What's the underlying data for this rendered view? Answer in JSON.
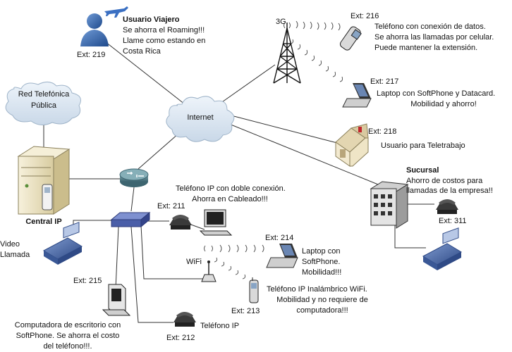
{
  "nodes": {
    "internet": "Internet",
    "red": [
      "Red Telefónica",
      "Pública"
    ],
    "central": "Central IP",
    "threeg": "3G",
    "viajero": {
      "title": "Usuario Viajero",
      "lines": [
        "Se ahorra el Roaming!!!",
        "Llame como estando en",
        "Costa Rica"
      ],
      "ext": "Ext: 219"
    },
    "phone216": {
      "ext": "Ext: 216",
      "lines": [
        "Teléfono con conexión de datos.",
        "Se ahorra las llamadas por celular.",
        "Puede mantener la extensión."
      ]
    },
    "laptop217": {
      "ext": "Ext: 217",
      "lines": [
        "Laptop con SoftPhone y Datacard.",
        "Mobilidad y ahorro!"
      ]
    },
    "tele218": {
      "ext": "Ext: 218",
      "label": "Usuario para Teletrabajo"
    },
    "sucursal": {
      "title": "Sucursal",
      "lines": [
        "Ahorro de costos para",
        "llamadas de la empresa!!"
      ],
      "ext": "Ext: 311"
    },
    "ipdual": {
      "lines": [
        "Teléfono IP con doble conexión.",
        "Ahorra en Cableado!!!"
      ],
      "ext": "Ext: 211"
    },
    "video": [
      "Video",
      "Llamada"
    ],
    "laptop214": {
      "ext": "Ext: 214",
      "lines": [
        "Laptop con",
        "SoftPhone.",
        "Mobilidad!!!"
      ]
    },
    "wifi": "WiFi",
    "wifi213": {
      "lines": [
        "Teléfono IP Inalámbrico WiFi.",
        "Mobilidad y no requiere de",
        "computadora!!!"
      ],
      "ext": "Ext: 213"
    },
    "pc215": {
      "ext": "Ext: 215",
      "lines": [
        "Computadora de escritorio con",
        "SoftPhone. Se ahorra el costo",
        "del teléfono!!!."
      ]
    },
    "phone212": {
      "label": "Teléfono IP",
      "ext": "Ext: 212"
    }
  },
  "icons": {
    "cloud": "cloud-icon",
    "tower": "cell-tower-icon",
    "router": "router-icon",
    "switch": "switch-icon",
    "server": "server-icon",
    "user": "user-icon",
    "airplane": "airplane-icon",
    "house": "house-icon",
    "building": "building-icon",
    "laptop": "laptop-icon",
    "desk_phone": "desk-phone-icon",
    "cell_phone": "cell-phone-icon",
    "computer": "computer-icon",
    "access_point": "wifi-access-point-icon"
  },
  "colors": {
    "cloud_fill": "#dde8f3",
    "cloud_stroke": "#9fb4c9",
    "user_fill": "#2f5fa8",
    "router_fill": "#4f7f8a",
    "switch_fill": "#4a5ea8",
    "server_fill": "#efe7c9",
    "phone_fill": "#46629d",
    "house_roof": "#d9c9a0",
    "accent_red": "#c0262c"
  }
}
